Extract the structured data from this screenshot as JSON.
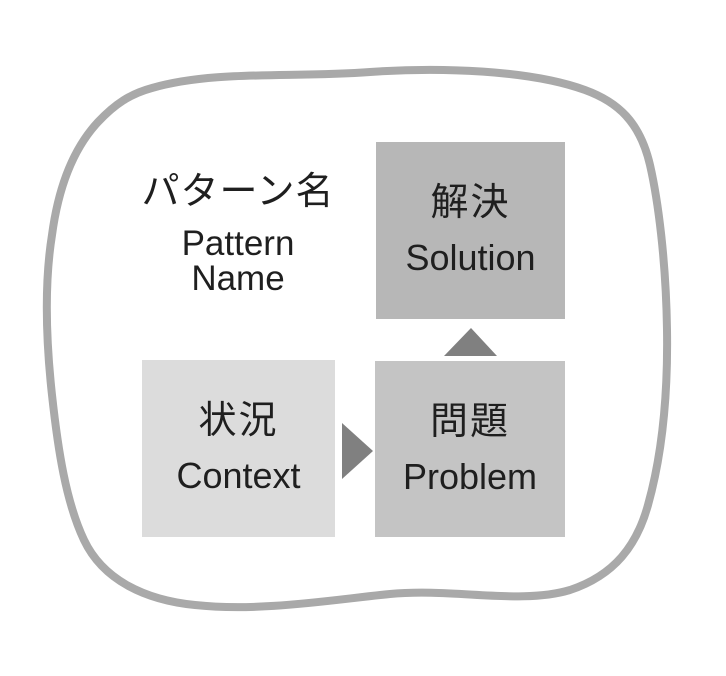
{
  "diagram": {
    "title_semantic": "pattern-language-structure",
    "pattern_label": {
      "jp": "パターン名",
      "en_line1": "Pattern",
      "en_line2": "Name"
    },
    "boxes": {
      "solution": {
        "jp": "解決",
        "en": "Solution",
        "fill": "#b7b7b7"
      },
      "context": {
        "jp": "状況",
        "en": "Context",
        "fill": "#dcdcdc"
      },
      "problem": {
        "jp": "問題",
        "en": "Problem",
        "fill": "#c4c4c4"
      }
    },
    "arrows": [
      {
        "name": "context-to-problem",
        "direction": "right"
      },
      {
        "name": "problem-to-solution",
        "direction": "up"
      }
    ],
    "colors": {
      "outline": "#a9a9a9",
      "arrow": "#808080",
      "text": "#1f1f1f",
      "background": "#ffffff"
    }
  }
}
